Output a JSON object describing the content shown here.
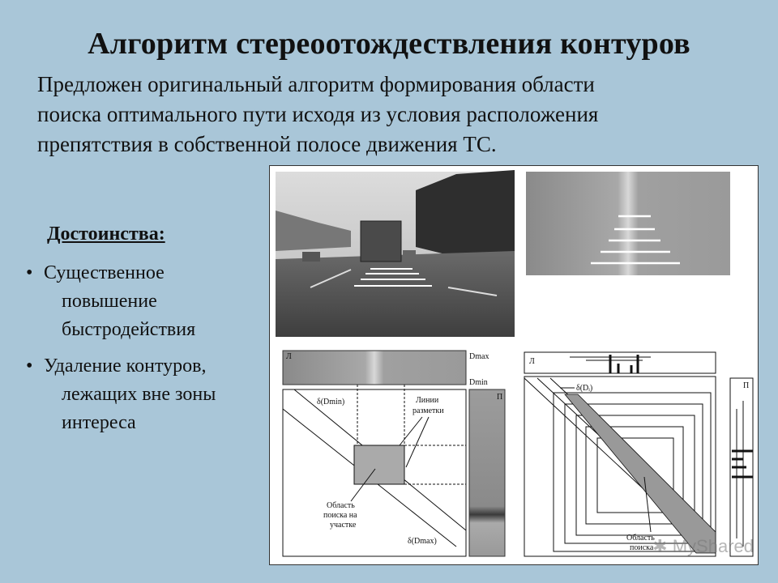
{
  "title": "Алгоритм стереоотождествления контуров",
  "intro": [
    "Предложен оригинальный алгоритм формирования области",
    "поиска оптимального пути исходя из условия расположения",
    "препятствия в собственной полосе движения ТС."
  ],
  "advantages": {
    "heading": "Достоинства:",
    "items": [
      [
        "Существенное",
        "повышение",
        "быстродействия"
      ],
      [
        "Удаление контуров,",
        "лежащих вне зоны",
        "интереса"
      ]
    ]
  },
  "diagram_left": {
    "left_label": "Л",
    "dmax": "Dmax",
    "dmin": "Dmin",
    "right_label": "П",
    "delta_min": "δ(Dmin)",
    "markings": [
      "Линии",
      "разметки"
    ],
    "search_area": [
      "Область",
      "поиска на",
      "участке"
    ],
    "delta_max": "δ(Dmax)"
  },
  "diagram_right": {
    "left_label": "Л",
    "right_label": "П",
    "delta_i": "δ(Dᵢ)",
    "search_area": [
      "Область",
      "поиска"
    ]
  },
  "watermark": "MyShared"
}
